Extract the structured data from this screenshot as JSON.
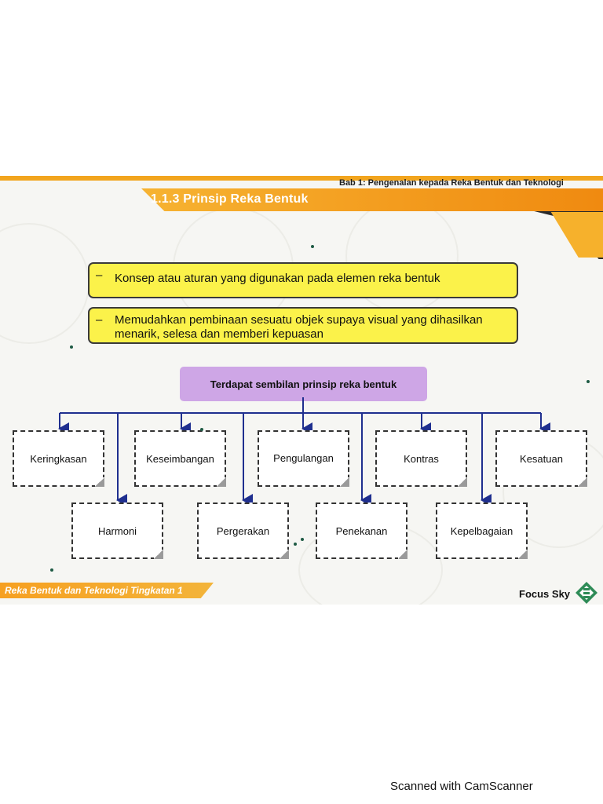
{
  "header": {
    "chapter": "Bab 1: Pengenalan kepada Reka Bentuk dan Teknologi",
    "section_title": "1.1.3  Prinsip Reka Bentuk"
  },
  "bullets": [
    {
      "dash": "–",
      "text": "Konsep atau aturan yang digunakan pada elemen reka bentuk"
    },
    {
      "dash": "–",
      "text": "Memudahkan pembinaan sesuatu objek supaya visual yang dihasilkan menarik, selesa dan memberi kepuasan"
    }
  ],
  "diagram": {
    "root": "Terdapat sembilan prinsip reka bentuk",
    "nodes": [
      "Keringkasan",
      "Harmoni",
      "Keseimbangan",
      "Pergerakan",
      "Pengulangan",
      "Penekanan",
      "Kontras",
      "Kepelbagaian",
      "Kesatuan"
    ]
  },
  "footer": {
    "book_title": "Reka Bentuk dan Teknologi Tingkatan 1",
    "brand": "Focus Sky"
  },
  "scan_watermark": "Scanned with CamScanner",
  "colors": {
    "accent_orange": "#f39c1e",
    "highlight_yellow": "#fbf24a",
    "root_purple": "#cea6e6",
    "connector_blue": "#1f2f8f"
  },
  "icons": {
    "brand_logo": "focus-sky-logo-icon"
  }
}
